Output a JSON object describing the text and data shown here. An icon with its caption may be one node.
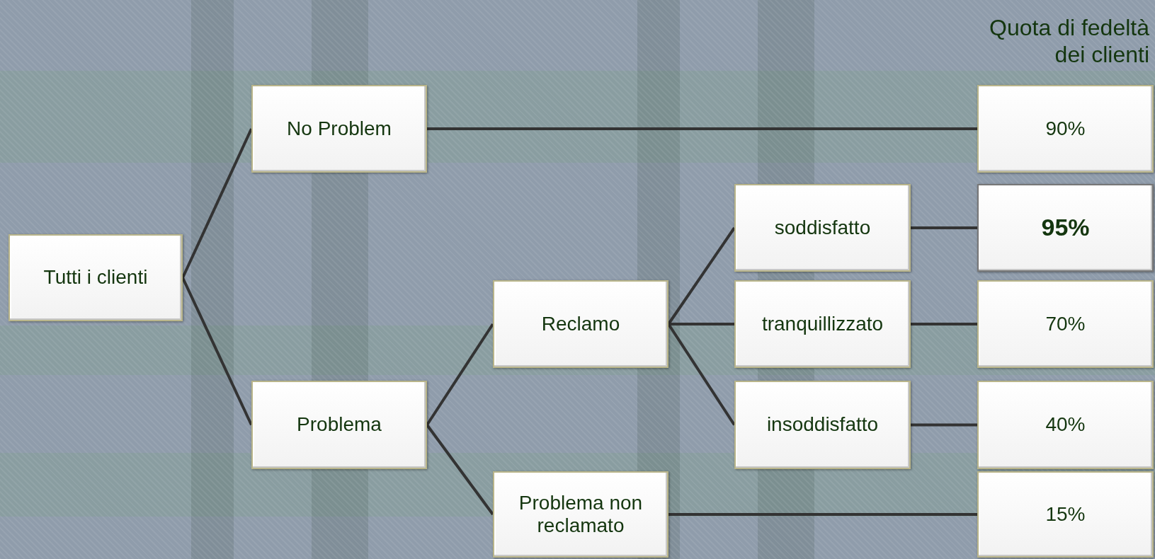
{
  "diagram": {
    "title": "Quota di fedeltà dei clienti",
    "nodes": [
      {
        "text": [
          "Tutti i clienti"
        ]
      },
      {
        "text": [
          "No Problem"
        ]
      },
      {
        "text": [
          "Problema"
        ]
      },
      {
        "text": [
          "Reclamo"
        ]
      },
      {
        "text": [
          "Problema non reclamato"
        ]
      },
      {
        "text": [
          "soddisfatto"
        ]
      },
      {
        "text": [
          "tranquillizzato"
        ]
      },
      {
        "text": [
          "insoddisfatto"
        ]
      },
      {
        "text": [
          "90%"
        ]
      },
      {
        "text": [
          "95%"
        ]
      },
      {
        "text": [
          "70%"
        ]
      },
      {
        "text": [
          "40%"
        ]
      },
      {
        "text": [
          "15%"
        ]
      }
    ],
    "edges": [
      {
        "from": 0,
        "to": 1,
        "arrow": "none"
      },
      {
        "from": 0,
        "to": 2,
        "arrow": "none"
      },
      {
        "from": 2,
        "to": 3,
        "arrow": "none"
      },
      {
        "from": 2,
        "to": 4,
        "arrow": "none"
      },
      {
        "from": 3,
        "to": 5,
        "arrow": "none"
      },
      {
        "from": 3,
        "to": 6,
        "arrow": "none"
      },
      {
        "from": 3,
        "to": 7,
        "arrow": "none"
      },
      {
        "from": 1,
        "to": 8,
        "arrow": "none"
      },
      {
        "from": 5,
        "to": 9,
        "arrow": "none"
      },
      {
        "from": 6,
        "to": 10,
        "arrow": "none"
      },
      {
        "from": 7,
        "to": 11,
        "arrow": "none"
      },
      {
        "from": 4,
        "to": 12,
        "arrow": "none"
      }
    ]
  }
}
